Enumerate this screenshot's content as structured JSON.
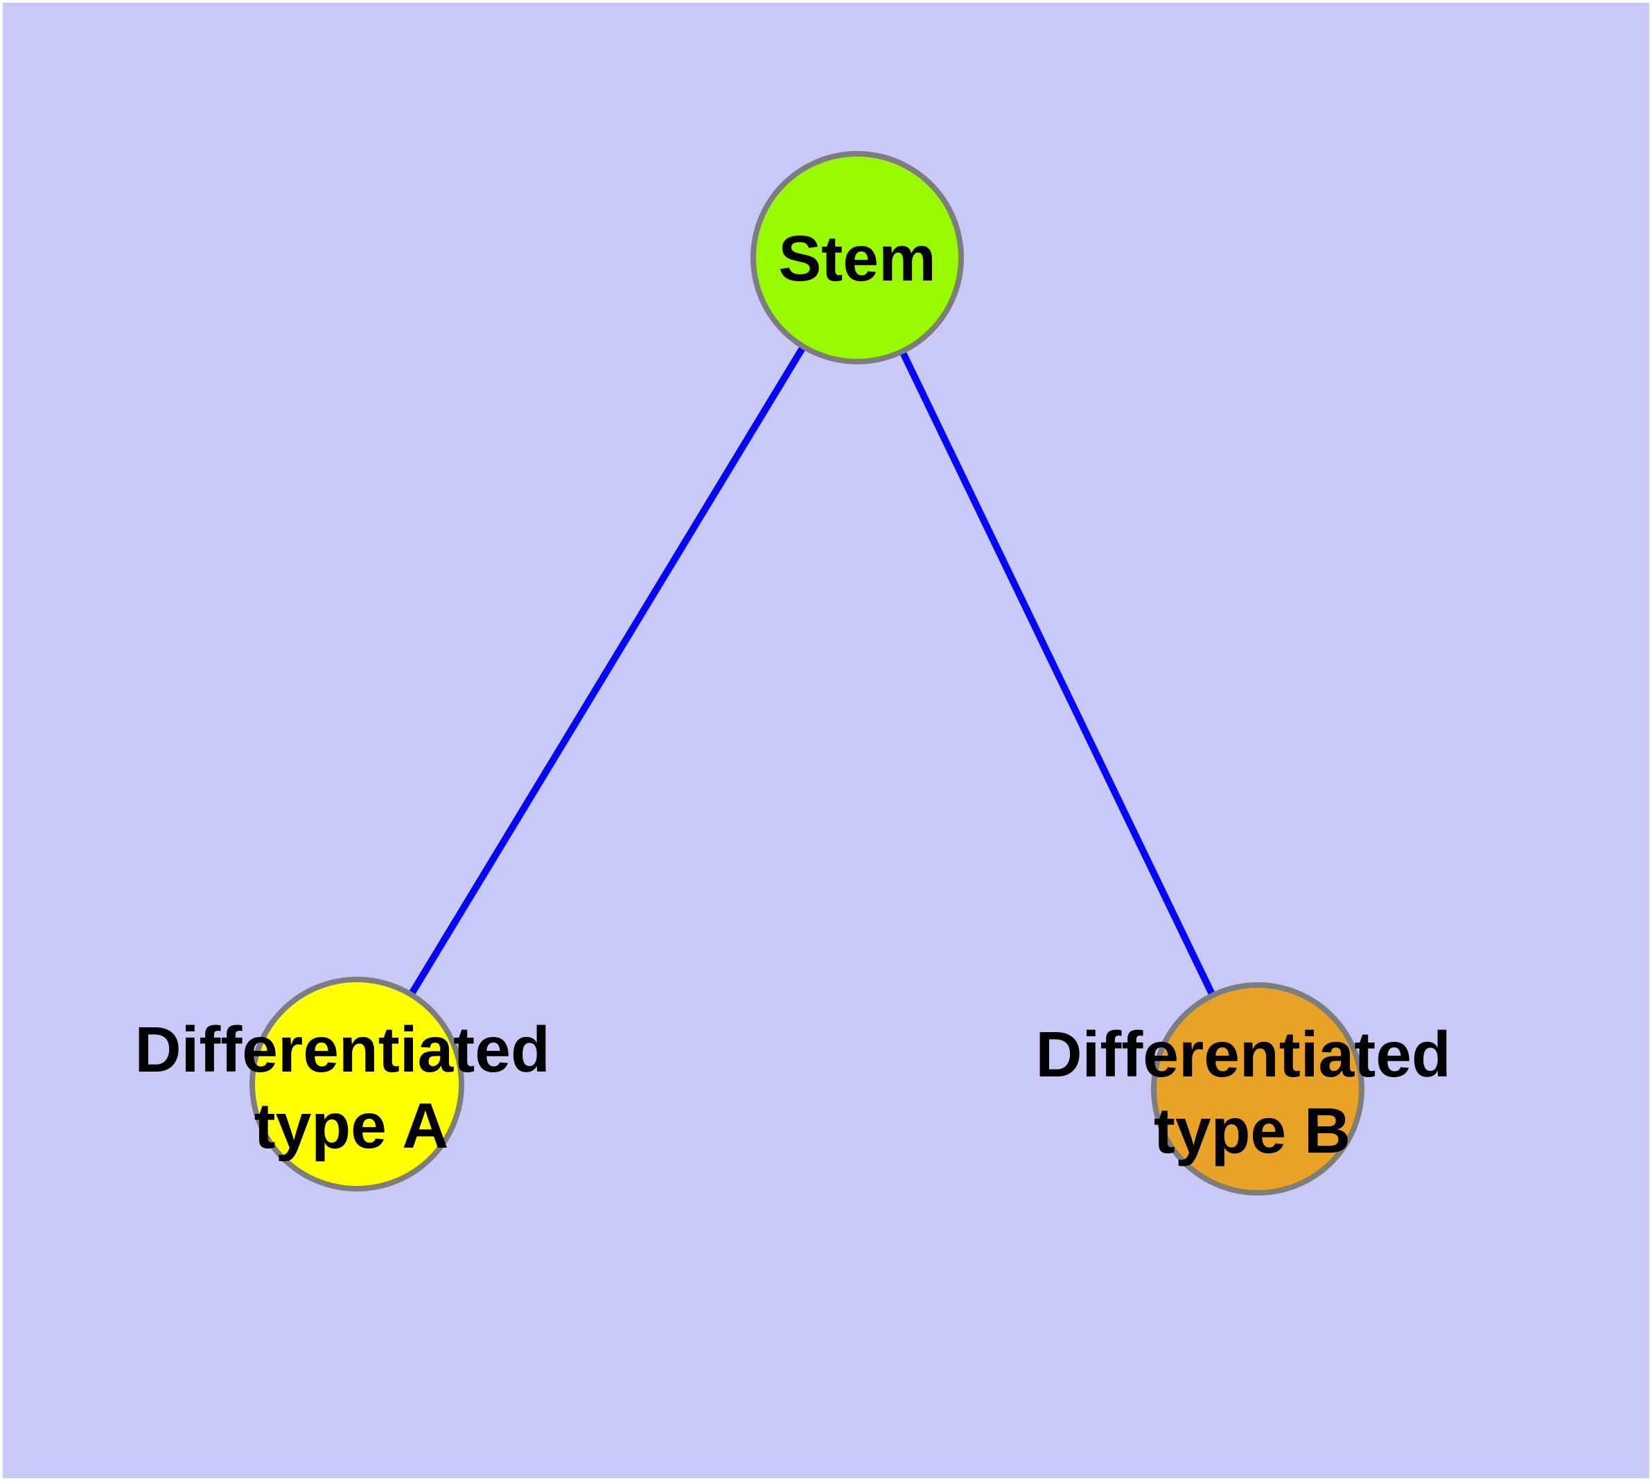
{
  "diagram": {
    "type": "graph",
    "description": "Stem cell differentiation graph",
    "background_color": "#FFFFFF",
    "canvas_color": "#C9C9F8",
    "edge_color": "#0505FA",
    "node_border_color": "#7D7D7D",
    "label_color": "#000000",
    "nodes": [
      {
        "id": "stem",
        "label": "Stem",
        "lines": [
          "Stem"
        ],
        "fill_color": "#99FA00"
      },
      {
        "id": "differentiated-type-a",
        "label": "Differentiated type A",
        "lines": [
          "Differentiated",
          "type A"
        ],
        "fill_color": "#FFFF00"
      },
      {
        "id": "differentiated-type-b",
        "label": "Differentiated type B",
        "lines": [
          "Differentiated",
          "type B"
        ],
        "fill_color": "#E8A227"
      }
    ],
    "edges": [
      {
        "from": "Stem",
        "to": "Differentiated type A"
      },
      {
        "from": "Stem",
        "to": "Differentiated type B"
      }
    ]
  }
}
